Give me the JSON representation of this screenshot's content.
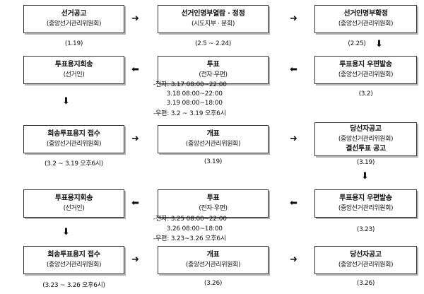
{
  "row1": {
    "box1": {
      "title": "선거공고",
      "sub": "(중앙선거관리위원회)",
      "date": "(1.19)"
    },
    "box2": {
      "title": "선거인명부열람 · 정정",
      "sub": "(시도지부 · 분회)",
      "date": "(2.5 ~ 2.24)"
    },
    "box3": {
      "title": "선거인명부확정",
      "sub": "(중앙선거관리위원회)",
      "date": "(2.25)"
    }
  },
  "row2": {
    "box1": {
      "title": "투표용지회송",
      "sub": "(선거인)"
    },
    "box2": {
      "title": "투표",
      "sub": "(전자·우편)"
    },
    "box3": {
      "title": "투표용지 우편발송",
      "sub": "(중앙선거관리위원회)",
      "date": "(3.2)"
    },
    "schedule": [
      "-전자: 3.17 08:00~22:00",
      "       3.18 08:00~22:00",
      "       3.19 08:00~18:00",
      "-우편: 3.2 ~ 3.19 오후6시"
    ]
  },
  "row3": {
    "box1": {
      "title": "회송투표용지 접수",
      "sub": "(중앙선거관리위원회)",
      "date": "(3.2 ~ 3.19 오후6시)"
    },
    "box2": {
      "title": "개표",
      "sub": "(중앙선거관리위원회)",
      "date": "(3.19)"
    },
    "box3": {
      "title": "당선자공고",
      "sub": "(중앙선거관리위원회)",
      "title2": "결선투표 공고",
      "date": "(3.19)"
    }
  },
  "row4": {
    "box1": {
      "title": "투표용지회송",
      "sub": "(선거인)"
    },
    "box2": {
      "title": "투표",
      "sub": "(전자·우편)"
    },
    "box3": {
      "title": "투표용지 우편발송",
      "sub": "(중앙선거관리위원회)",
      "date": "(3.23)"
    },
    "schedule": [
      "-전자: 3.25 08:00~22:00",
      "       3.26 08:00~18:00",
      "-우편: 3.23~3.26 오후6시"
    ]
  },
  "row5": {
    "box1": {
      "title": "회송투표용지 접수",
      "sub": "(중앙선거관리위원회)",
      "date": "(3.23 ~ 3.26 오후6시)"
    },
    "box2": {
      "title": "개표",
      "sub": "(중앙선거관리위원회)",
      "date": "(3.26)"
    },
    "box3": {
      "title": "당선자공고",
      "sub": "(중앙선거관리위원회)",
      "date": "(3.26)"
    }
  },
  "arrows": {
    "right": "➜",
    "left": "⬅",
    "down": "⬇"
  }
}
